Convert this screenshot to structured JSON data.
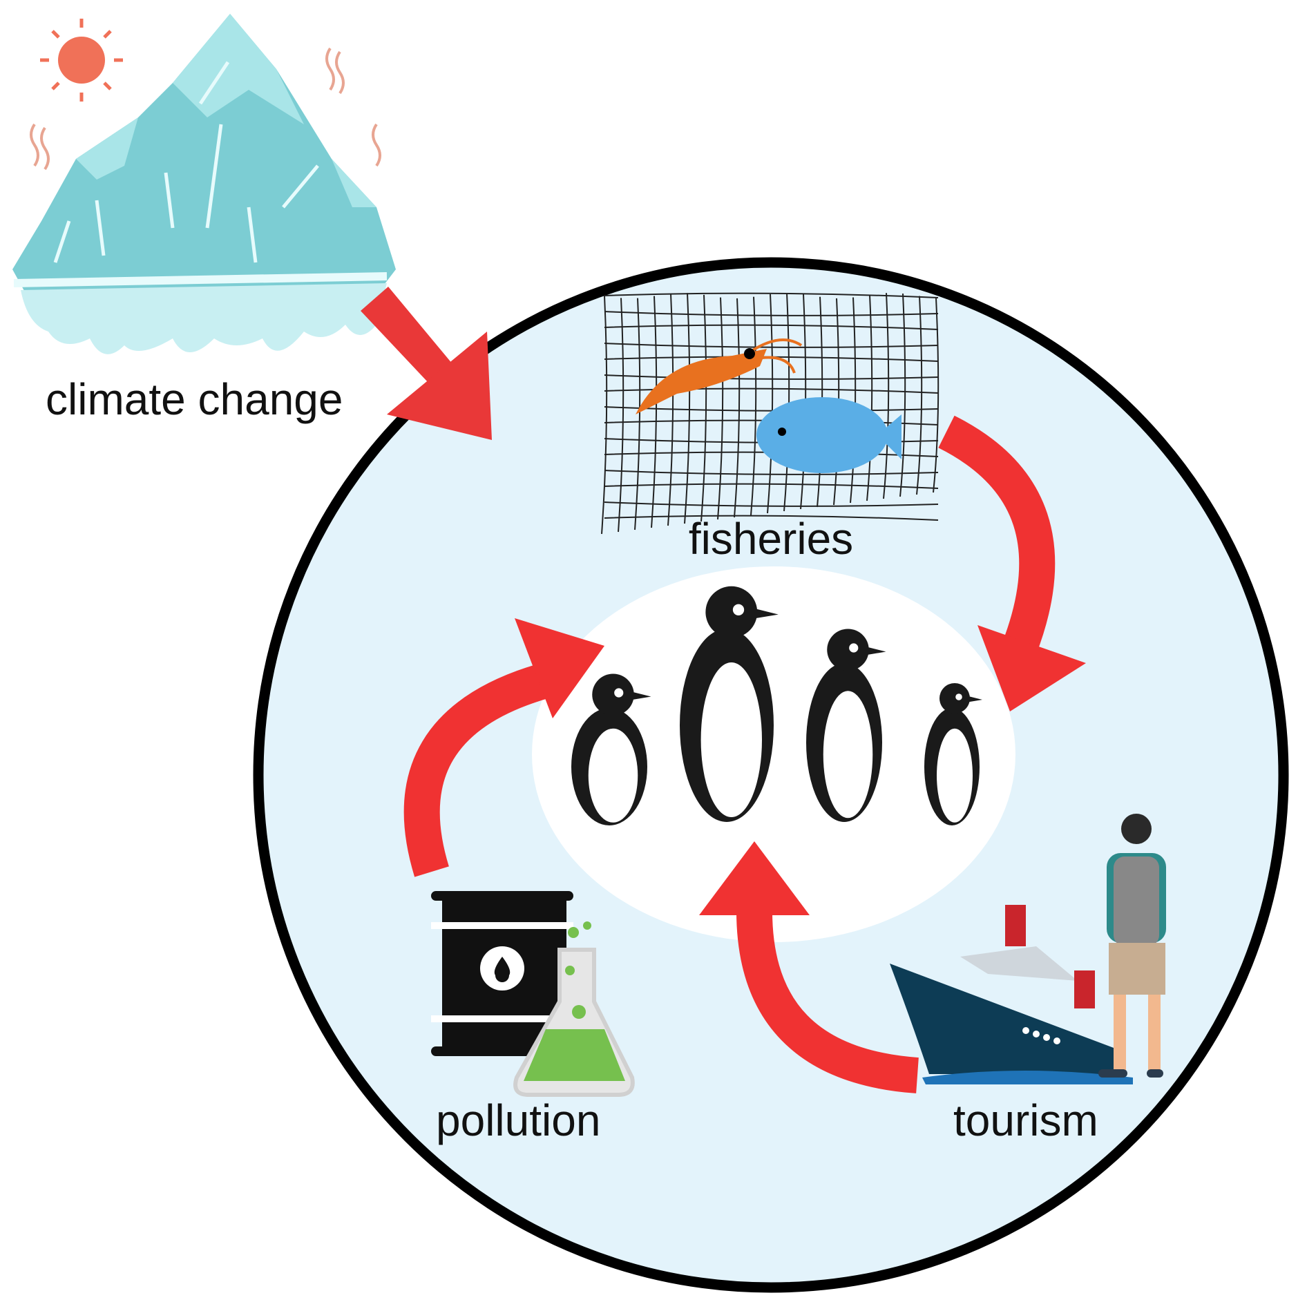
{
  "labels": {
    "climate_change": "climate change",
    "fisheries": "fisheries",
    "pollution": "pollution",
    "tourism": "tourism"
  },
  "colors": {
    "arrow": "#f03232",
    "circle_fill": "#e3f3fb",
    "circle_stroke": "#000000",
    "iceberg": "#7ccdd3",
    "iceberg_light": "#a9e5e8",
    "sun": "#f07158",
    "shrimp": "#e8711f",
    "fish": "#5aaee6",
    "flask_liquid": "#76c04e",
    "ship_hull": "#0d3c55"
  }
}
